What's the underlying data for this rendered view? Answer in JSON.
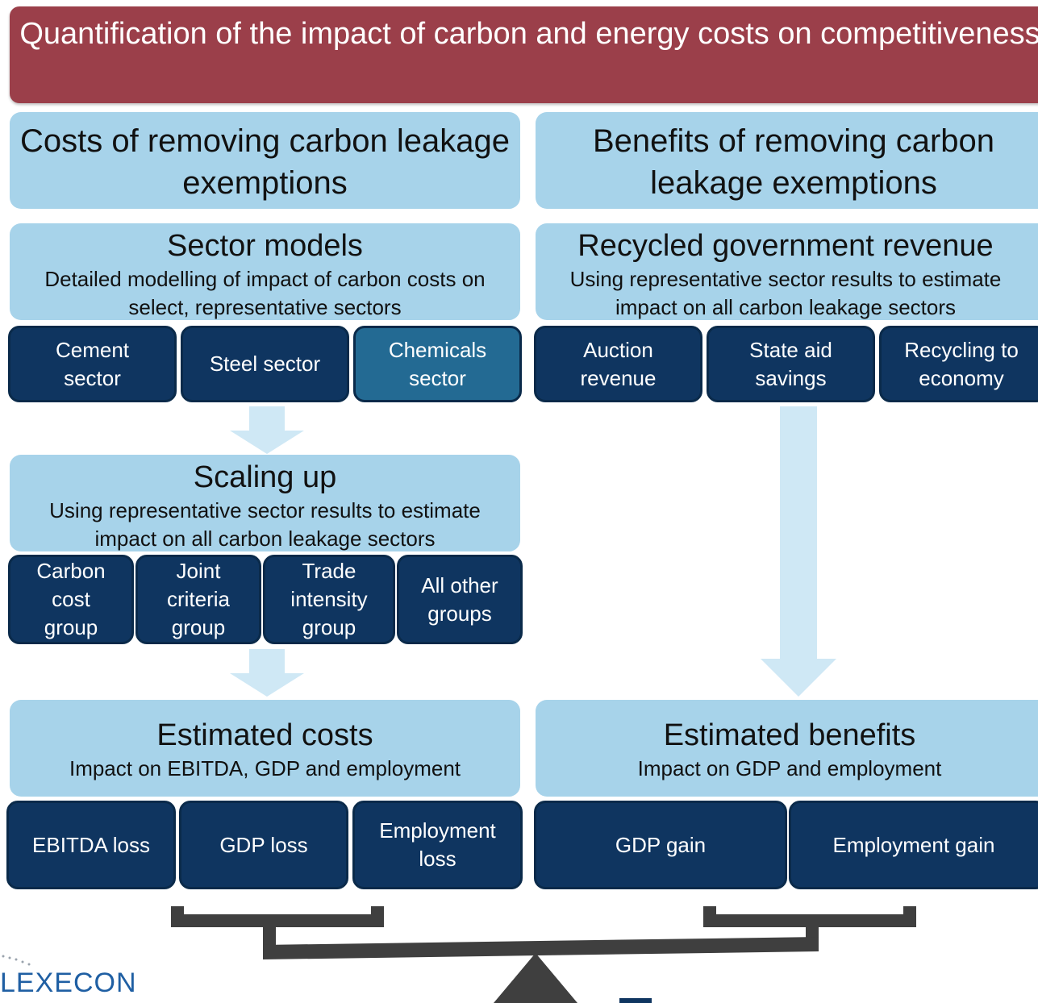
{
  "title": "Quantification of  the impact of carbon and energy costs on competitiveness",
  "costs_header": "Costs of removing  carbon leakage exemptions",
  "benefits_header": "Benefits of removing carbon leakage exemptions",
  "sector_models": {
    "title": "Sector models",
    "subtitle": "Detailed modelling of  impact of carbon costs on select, representative sectors",
    "items": [
      "Cement sector",
      "Steel sector",
      "Chemicals sector"
    ]
  },
  "recycled_revenue": {
    "title": "Recycled government revenue",
    "subtitle": "Using representative sector results to estimate impact on all carbon leakage sectors",
    "items": [
      "Auction revenue",
      "State aid savings",
      "Recycling to economy"
    ]
  },
  "scaling_up": {
    "title": "Scaling up",
    "subtitle": "Using representative sector results to estimate impact on all carbon leakage sectors",
    "items": [
      "Carbon cost group",
      "Joint criteria group",
      "Trade intensity group",
      "All other groups"
    ]
  },
  "estimated_costs": {
    "title": "Estimated costs",
    "subtitle": "Impact on EBITDA, GDP and employment",
    "items": [
      "EBITDA loss",
      "GDP loss",
      "Employment loss"
    ]
  },
  "estimated_benefits": {
    "title": "Estimated benefits",
    "subtitle": "Impact on GDP and employment",
    "items": [
      "GDP gain",
      "Employment gain"
    ]
  },
  "logo": "LEXECON",
  "colors": {
    "title_bar": "#9b3f4a",
    "light_box": "#a7d3ea",
    "dark_box": "#0f3560",
    "highlight_box": "#236a93",
    "arrow": "#cfe8f5",
    "scale": "#3f3f3f"
  }
}
